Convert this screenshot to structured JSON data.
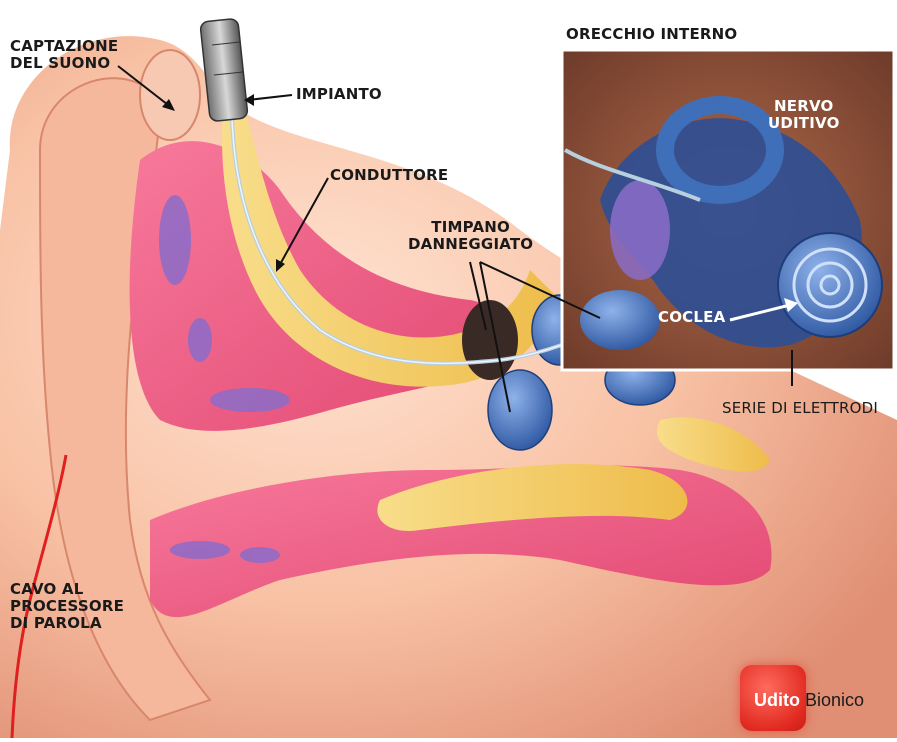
{
  "labels": {
    "captazione": "CAPTAZIONE\nDEL SUONO",
    "impianto": "IMPIANTO",
    "conduttore": "CONDUTTORE",
    "timpano": "TIMPANO\nDANNEGGIATO",
    "orecchio_interno": "ORECCHIO INTERNO",
    "nervo_uditivo": "NERVO\nUDITIVO",
    "coclea": "COCLEA",
    "serie_elettrodi": "SERIE DI ELETTRODI",
    "cavo": "CAVO AL\nPROCESSORE\nDI PAROLA"
  },
  "badge": {
    "word1": "Udito",
    "word2": " Bionico"
  },
  "colors": {
    "skin": "#f4b49a",
    "canal_pink": "#ef5f86",
    "bone": "#f4c85a",
    "cochlea_blue": "#3f6fb8",
    "nerve_purple": "#8b6cc9",
    "wire": "#c9dbe8",
    "cable_red": "#e02020",
    "badge_red": "#e22c22"
  }
}
